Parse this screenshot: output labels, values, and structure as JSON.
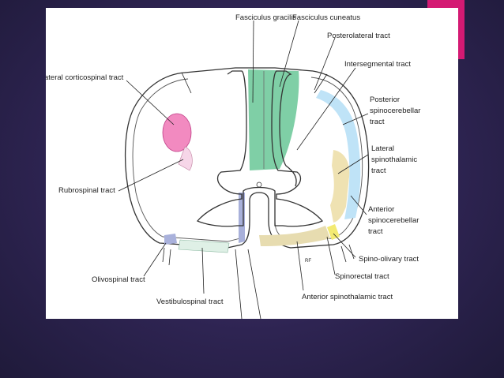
{
  "colors": {
    "background": "#2e2452",
    "accent_tab": "#d41a73",
    "fasciculus": "#7fcfa6",
    "posterior_spinocerebellar": "#bfe3f7",
    "lateral_spinothalamic": "#efe2b2",
    "anterior_spinothalamic": "#e7dcb0",
    "lateral_corticospinal": "#f28ac0",
    "olivospinal": "#a9b1db",
    "spino_olivary": "#f3ea72",
    "anterior_corticospinal": "#a8b0da"
  },
  "labels": {
    "fasciculus_gracilis": "Fasciculus gracilis",
    "fasciculus_cuneatus": "Fasciculus cuneatus",
    "posterolateral_tract": "Posterolateral tract",
    "intersegmental_tract": "Intersegmental tract",
    "lateral_corticospinal_tract": "ateral corticospinal tract",
    "posterior_spinocerebellar": [
      "Posterior",
      "spinocerebellar",
      "tract"
    ],
    "lateral_spinothalamic": [
      "Lateral",
      "spinothalamic",
      "tract"
    ],
    "rubrospinal_tract": "Rubrospinal tract",
    "anterior_spinocerebellar": [
      "Anterior",
      "spinocerebellar",
      "tract"
    ],
    "spino_olivary_tract": "Spino-olivary tract",
    "olivospinal_tract": "Olivospinal tract",
    "spinorectal_tract": "Spinorectal tract",
    "vestibulospinal_tract": "Vestibulospinal tract",
    "anterior_spinothalamic_tract": "Anterior spinothalamic tract",
    "rf_mark": "RF"
  }
}
